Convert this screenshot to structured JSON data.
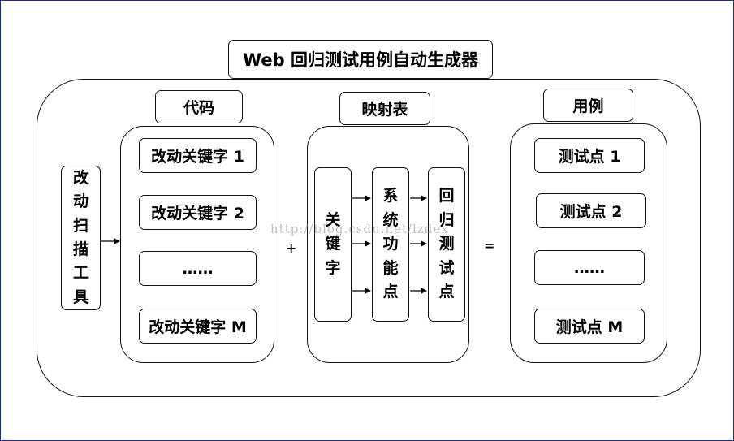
{
  "title": "Web 回归测试用例自动生成器",
  "code": {
    "label": "代码",
    "items": [
      "改动关键字 1",
      "改动关键字 2",
      "……",
      "改动关键字 M"
    ]
  },
  "scanner": {
    "chars": [
      "改",
      "动",
      "扫",
      "描",
      "工",
      "具"
    ]
  },
  "mapping": {
    "label": "映射表",
    "keyword_chars": [
      "关",
      "键",
      "字"
    ],
    "function_chars": [
      "系",
      "统",
      "功",
      "能",
      "点"
    ],
    "regression_chars": [
      "回",
      "归",
      "测",
      "试",
      "点"
    ]
  },
  "cases": {
    "label": "用例",
    "items": [
      "测试点 1",
      "测试点 2",
      "……",
      "测试点 M"
    ]
  },
  "operators": {
    "plus": "+",
    "equals": "="
  },
  "watermark": "http://blog.csdn.net/lzdex"
}
